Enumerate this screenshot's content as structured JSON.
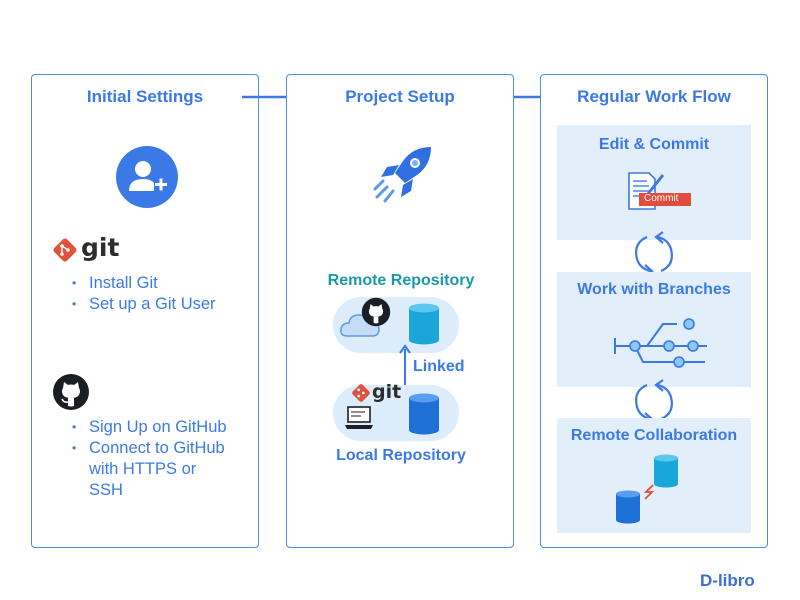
{
  "panels": {
    "initial": {
      "title": "Initial Settings",
      "git_word": "git",
      "git_items": [
        "Install Git",
        "Set up a Git User"
      ],
      "github_items": [
        "Sign Up on GitHub",
        "Connect to GitHub with HTTPS or SSH"
      ],
      "github_item_lines": [
        "Connect to GitHub",
        "with HTTPS or",
        "SSH"
      ]
    },
    "project": {
      "title": "Project Setup",
      "remote_label": "Remote Repository",
      "linked_label": "Linked",
      "git_word": "git",
      "local_label": "Local Repository"
    },
    "workflow": {
      "title": "Regular Work Flow",
      "steps": [
        "Edit & Commit",
        "Work with Branches",
        "Remote Collaboration"
      ],
      "commit_tag": "Commit"
    }
  },
  "brand": {
    "logo": "D-libro"
  },
  "colors": {
    "accent": "#3b7ae6",
    "teal": "#1a9aa8",
    "step_bg": "#e3eefb",
    "git_red": "#e0533a",
    "cylinder": "#1e8fd6"
  },
  "icons": [
    "add-user-icon",
    "git-logo-icon",
    "github-logo-icon",
    "rocket-icon",
    "cloud-icon",
    "database-icon",
    "laptop-icon",
    "document-edit-icon",
    "cycle-arrows-icon",
    "branch-graph-icon"
  ]
}
